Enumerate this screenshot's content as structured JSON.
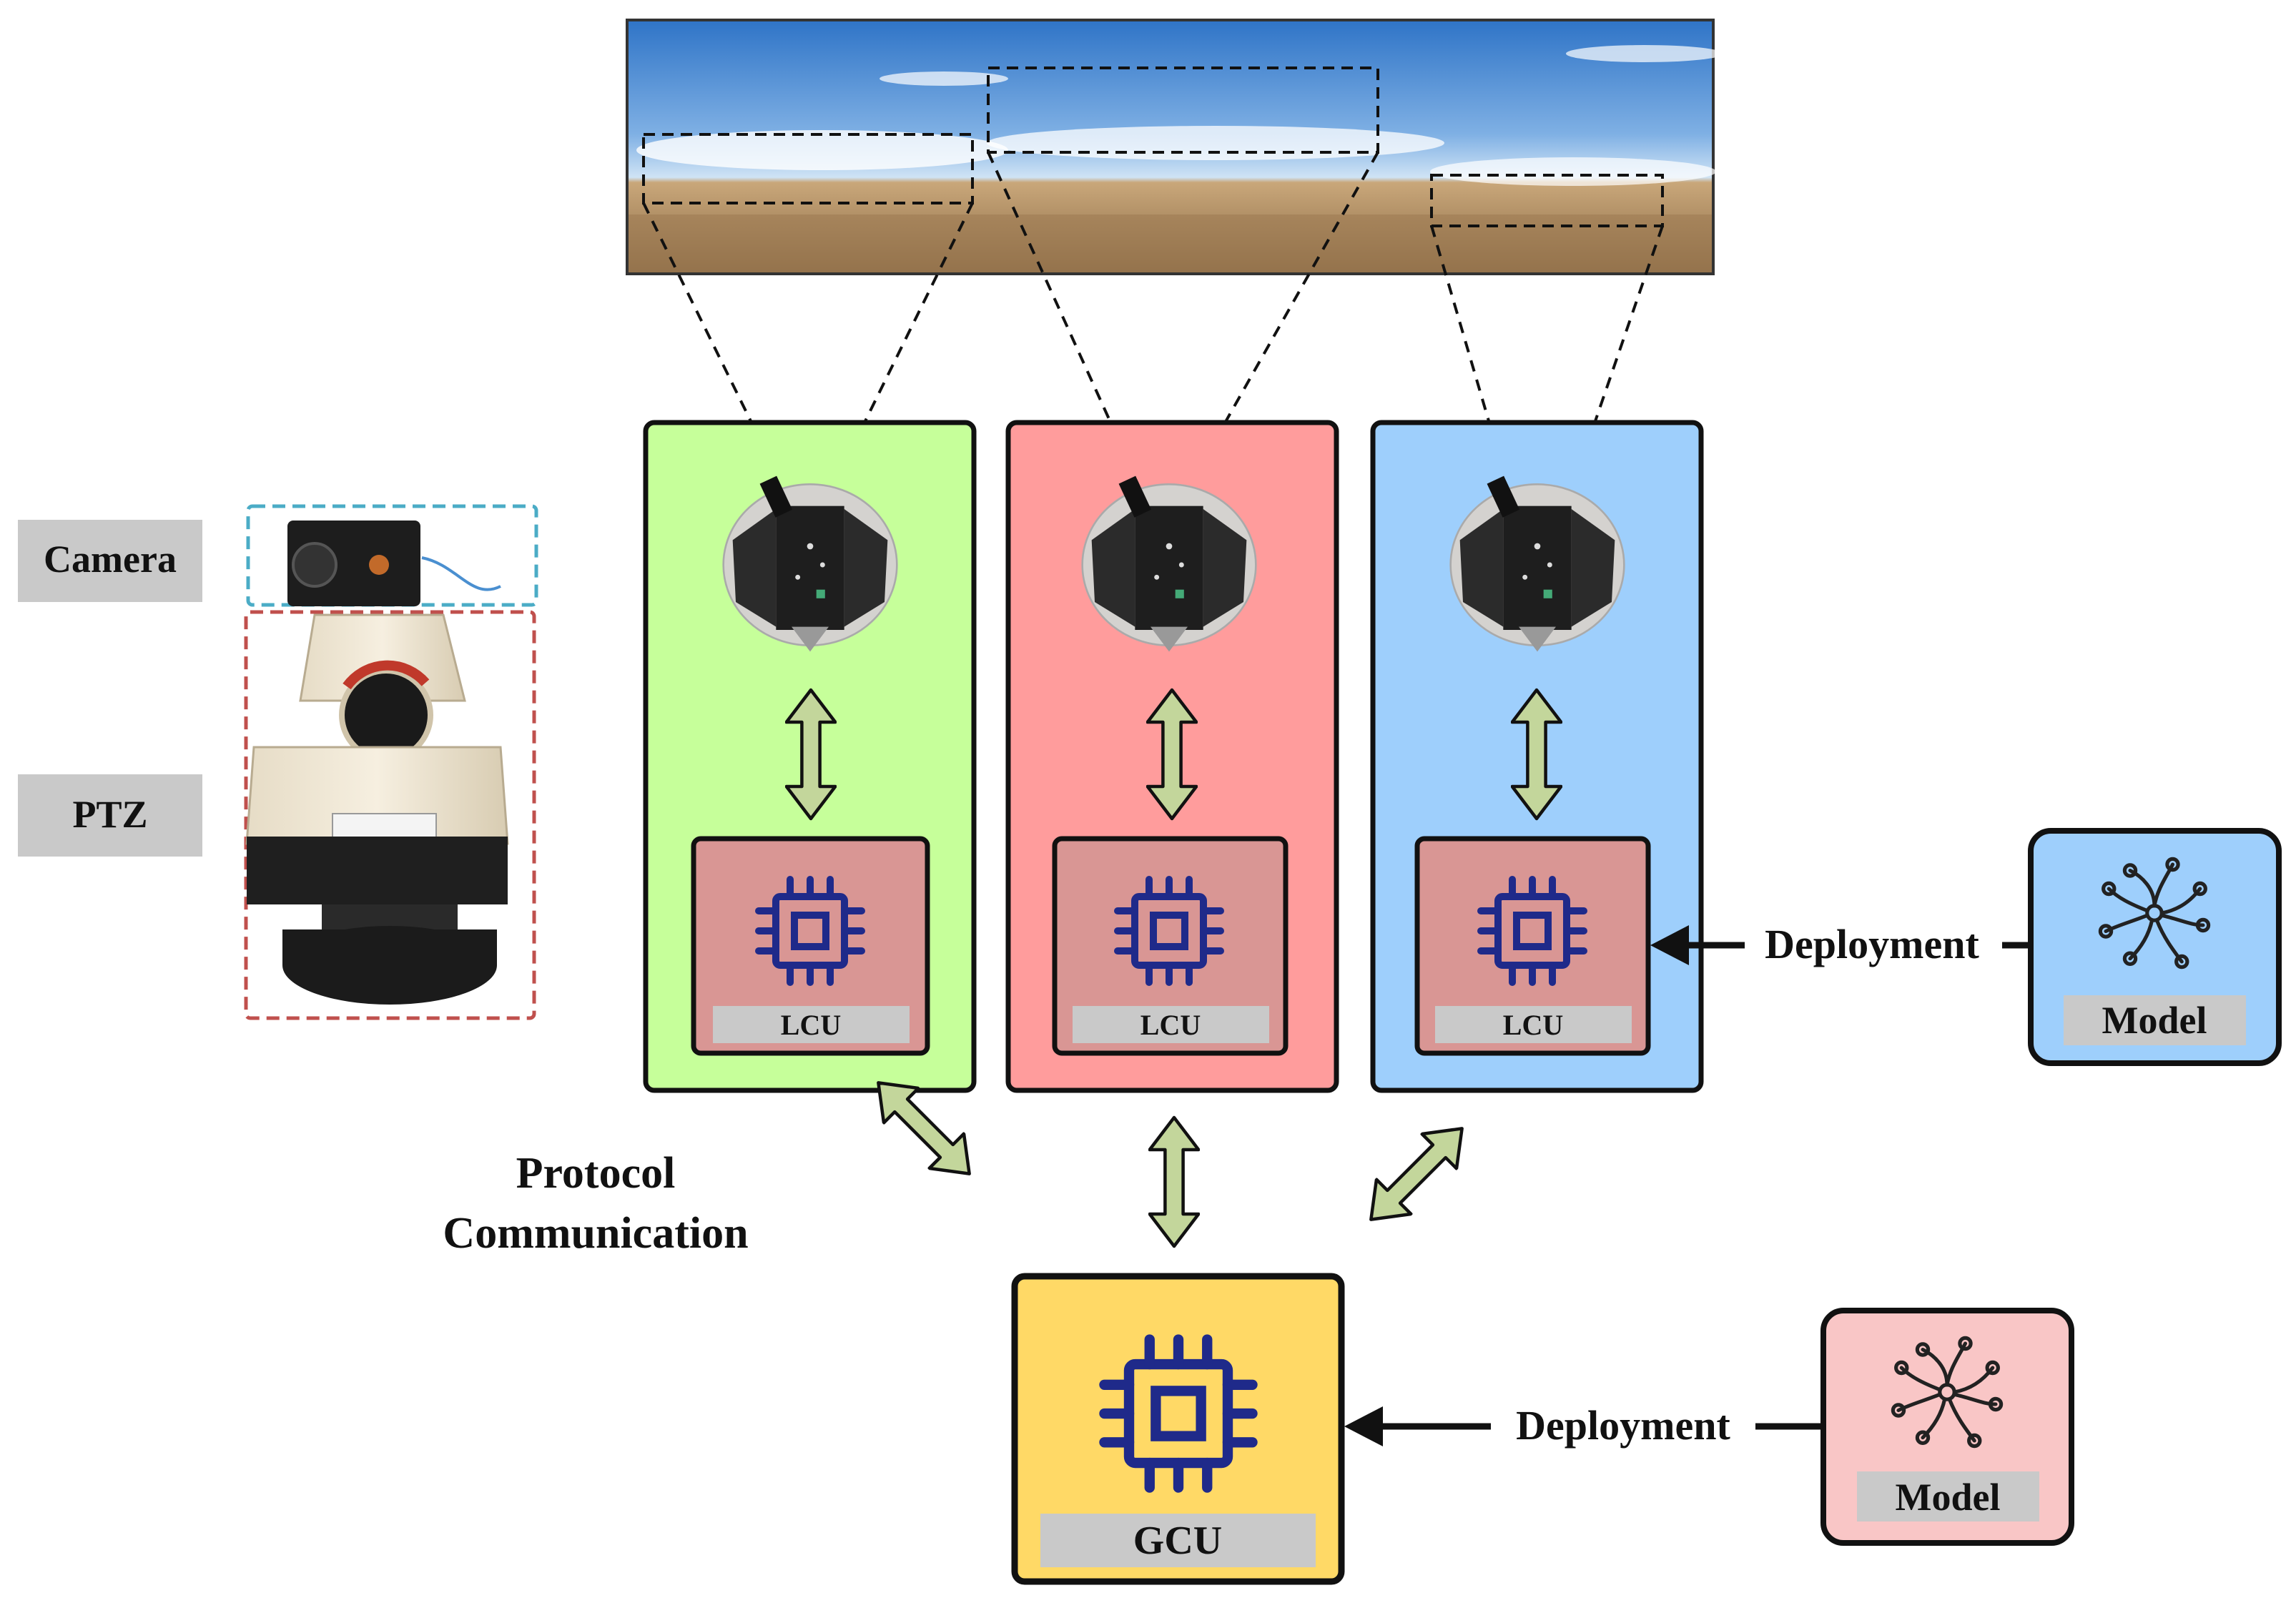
{
  "labels": {
    "camera": "Camera",
    "ptz": "PTZ",
    "protocol_line1": "Protocol",
    "protocol_line2": "Communication",
    "deployment_top": "Deployment",
    "deployment_bottom": "Deployment",
    "lcu_1": "LCU",
    "lcu_2": "LCU",
    "lcu_3": "LCU",
    "gcu": "GCU",
    "model_top": "Model",
    "model_bottom": "Model"
  },
  "colors": {
    "panel_green": "#c6ff9a",
    "panel_red": "#ff9c9c",
    "panel_blue": "#9ecffc",
    "lcu_box": "#d99694",
    "gcu_box": "#ffd966",
    "model_blue": "#9ecffc",
    "model_pink": "#f9c6c6",
    "label_gray": "#c9c9c9",
    "chip_blue": "#1f2a8a",
    "arrow_fill": "#c3d69b",
    "dash_cyan": "#4bacc6",
    "dash_red": "#c0504d"
  },
  "icons": [
    "chip-icon",
    "neural-model-icon",
    "ptz-camera-device",
    "camera-module-top-view",
    "panorama-desert-scene"
  ]
}
